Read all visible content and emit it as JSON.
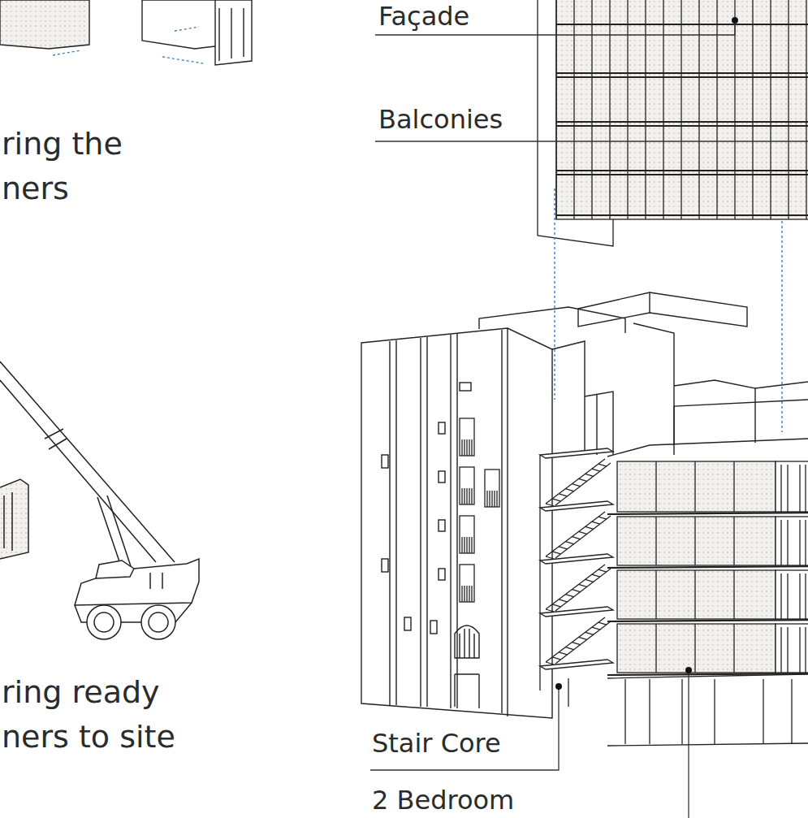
{
  "diagram": {
    "labels": [
      "Façade",
      "Balconies",
      "ring the ners",
      "ring ready ners to site",
      "Stair Core",
      "2 Bedroom"
    ]
  }
}
